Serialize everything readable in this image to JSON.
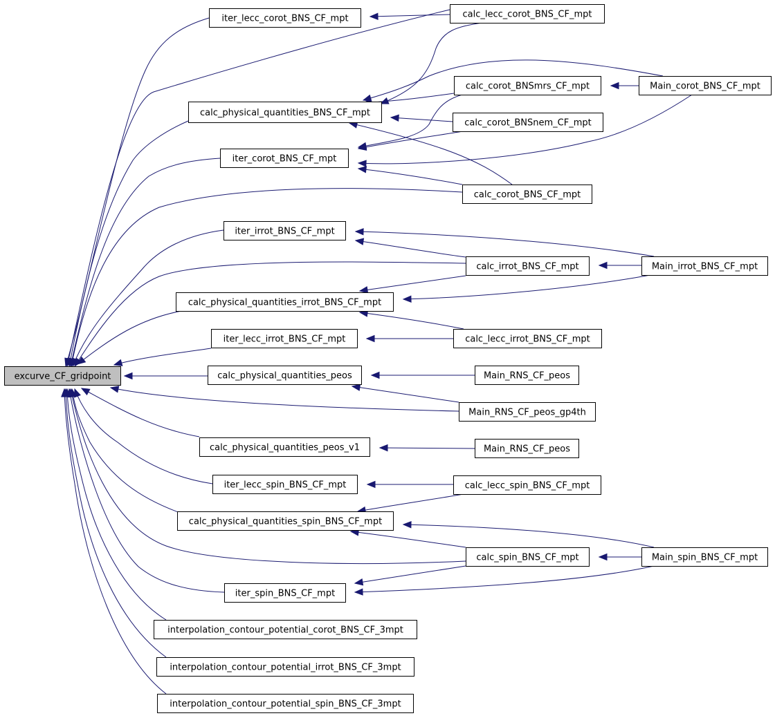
{
  "graph": {
    "edge_color": "#191970",
    "root_fill": "#bfbfbf",
    "nodes": [
      {
        "id": "excurve",
        "label": "excurve_CF_gridpoint",
        "root": true
      },
      {
        "id": "iter_lecc_corot",
        "label": "iter_lecc_corot_BNS_CF_mpt"
      },
      {
        "id": "calc_lecc_corot",
        "label": "calc_lecc_corot_BNS_CF_mpt"
      },
      {
        "id": "cpq_bns",
        "label": "calc_physical_quantities_BNS_CF_mpt"
      },
      {
        "id": "calc_corot_mrs",
        "label": "calc_corot_BNSmrs_CF_mpt"
      },
      {
        "id": "main_corot",
        "label": "Main_corot_BNS_CF_mpt"
      },
      {
        "id": "calc_corot_nem",
        "label": "calc_corot_BNSnem_CF_mpt"
      },
      {
        "id": "iter_corot",
        "label": "iter_corot_BNS_CF_mpt"
      },
      {
        "id": "calc_corot",
        "label": "calc_corot_BNS_CF_mpt"
      },
      {
        "id": "iter_irrot",
        "label": "iter_irrot_BNS_CF_mpt"
      },
      {
        "id": "calc_irrot",
        "label": "calc_irrot_BNS_CF_mpt"
      },
      {
        "id": "main_irrot",
        "label": "Main_irrot_BNS_CF_mpt"
      },
      {
        "id": "cpq_irrot",
        "label": "calc_physical_quantities_irrot_BNS_CF_mpt"
      },
      {
        "id": "iter_lecc_irrot",
        "label": "iter_lecc_irrot_BNS_CF_mpt"
      },
      {
        "id": "calc_lecc_irrot",
        "label": "calc_lecc_irrot_BNS_CF_mpt"
      },
      {
        "id": "cpq_peos",
        "label": "calc_physical_quantities_peos"
      },
      {
        "id": "main_rns_peos_a",
        "label": "Main_RNS_CF_peos"
      },
      {
        "id": "main_rns_gp4th",
        "label": "Main_RNS_CF_peos_gp4th"
      },
      {
        "id": "cpq_peos_v1",
        "label": "calc_physical_quantities_peos_v1"
      },
      {
        "id": "main_rns_peos_b",
        "label": "Main_RNS_CF_peos"
      },
      {
        "id": "iter_lecc_spin",
        "label": "iter_lecc_spin_BNS_CF_mpt"
      },
      {
        "id": "calc_lecc_spin",
        "label": "calc_lecc_spin_BNS_CF_mpt"
      },
      {
        "id": "cpq_spin",
        "label": "calc_physical_quantities_spin_BNS_CF_mpt"
      },
      {
        "id": "calc_spin",
        "label": "calc_spin_BNS_CF_mpt"
      },
      {
        "id": "main_spin",
        "label": "Main_spin_BNS_CF_mpt"
      },
      {
        "id": "iter_spin",
        "label": "iter_spin_BNS_CF_mpt"
      },
      {
        "id": "interp_corot",
        "label": "interpolation_contour_potential_corot_BNS_CF_3mpt"
      },
      {
        "id": "interp_irrot",
        "label": "interpolation_contour_potential_irrot_BNS_CF_3mpt"
      },
      {
        "id": "interp_spin",
        "label": "interpolation_contour_potential_spin_BNS_CF_3mpt"
      }
    ],
    "edges": [
      {
        "from": "iter_lecc_corot",
        "to": "excurve"
      },
      {
        "from": "calc_lecc_corot",
        "to": "excurve"
      },
      {
        "from": "cpq_bns",
        "to": "excurve"
      },
      {
        "from": "iter_corot",
        "to": "excurve"
      },
      {
        "from": "calc_corot",
        "to": "excurve"
      },
      {
        "from": "iter_irrot",
        "to": "excurve"
      },
      {
        "from": "calc_irrot",
        "to": "excurve"
      },
      {
        "from": "cpq_irrot",
        "to": "excurve"
      },
      {
        "from": "iter_lecc_irrot",
        "to": "excurve"
      },
      {
        "from": "cpq_peos",
        "to": "excurve"
      },
      {
        "from": "main_rns_gp4th",
        "to": "excurve"
      },
      {
        "from": "cpq_peos_v1",
        "to": "excurve"
      },
      {
        "from": "iter_lecc_spin",
        "to": "excurve"
      },
      {
        "from": "cpq_spin",
        "to": "excurve"
      },
      {
        "from": "calc_spin",
        "to": "excurve"
      },
      {
        "from": "iter_spin",
        "to": "excurve"
      },
      {
        "from": "interp_corot",
        "to": "excurve"
      },
      {
        "from": "interp_irrot",
        "to": "excurve"
      },
      {
        "from": "interp_spin",
        "to": "excurve"
      },
      {
        "from": "calc_lecc_corot",
        "to": "iter_lecc_corot"
      },
      {
        "from": "calc_lecc_corot",
        "to": "cpq_bns"
      },
      {
        "from": "main_corot",
        "to": "cpq_bns"
      },
      {
        "from": "calc_corot_mrs",
        "to": "cpq_bns"
      },
      {
        "from": "calc_corot_nem",
        "to": "cpq_bns"
      },
      {
        "from": "calc_corot",
        "to": "cpq_bns"
      },
      {
        "from": "main_corot",
        "to": "calc_corot_mrs"
      },
      {
        "from": "calc_corot_mrs",
        "to": "iter_corot"
      },
      {
        "from": "calc_corot_nem",
        "to": "iter_corot"
      },
      {
        "from": "main_corot",
        "to": "iter_corot"
      },
      {
        "from": "calc_corot",
        "to": "iter_corot"
      },
      {
        "from": "main_irrot",
        "to": "iter_irrot"
      },
      {
        "from": "calc_irrot",
        "to": "iter_irrot"
      },
      {
        "from": "main_irrot",
        "to": "calc_irrot"
      },
      {
        "from": "calc_irrot",
        "to": "cpq_irrot"
      },
      {
        "from": "main_irrot",
        "to": "cpq_irrot"
      },
      {
        "from": "calc_lecc_irrot",
        "to": "cpq_irrot"
      },
      {
        "from": "calc_lecc_irrot",
        "to": "iter_lecc_irrot"
      },
      {
        "from": "main_rns_peos_a",
        "to": "cpq_peos"
      },
      {
        "from": "main_rns_gp4th",
        "to": "cpq_peos"
      },
      {
        "from": "main_rns_peos_b",
        "to": "cpq_peos_v1"
      },
      {
        "from": "calc_lecc_spin",
        "to": "iter_lecc_spin"
      },
      {
        "from": "calc_lecc_spin",
        "to": "cpq_spin"
      },
      {
        "from": "main_spin",
        "to": "cpq_spin"
      },
      {
        "from": "calc_spin",
        "to": "cpq_spin"
      },
      {
        "from": "main_spin",
        "to": "calc_spin"
      },
      {
        "from": "calc_spin",
        "to": "iter_spin"
      },
      {
        "from": "main_spin",
        "to": "iter_spin"
      }
    ]
  }
}
